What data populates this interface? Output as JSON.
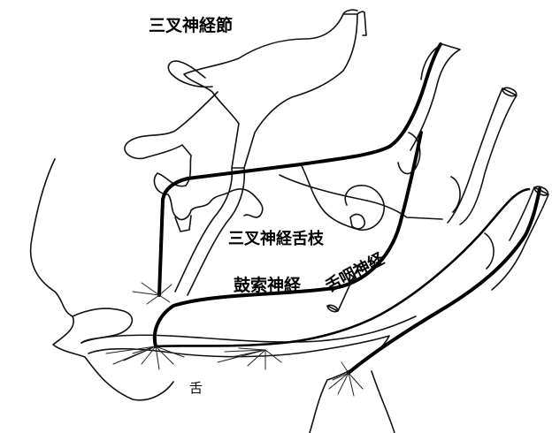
{
  "labels": {
    "trigeminal_ganglion": "三叉神経節",
    "lingual_nerve": "三叉神経舌枝",
    "chorda_tympani": "鼓索神経",
    "glossopharyngeal": "舌咽神経",
    "tongue": "舌"
  }
}
